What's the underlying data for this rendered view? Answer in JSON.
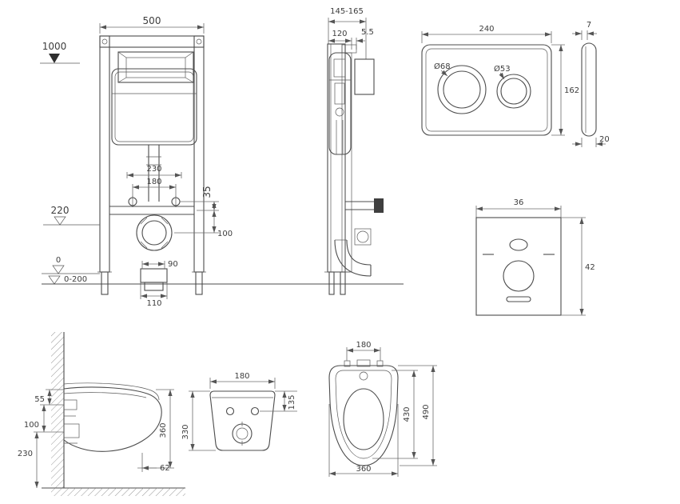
{
  "views": {
    "frame_front": {
      "d500": "500",
      "d1000": "1000",
      "d230": "230",
      "d180": "180",
      "d35": "35",
      "d220": "220",
      "d100": "100",
      "d90": "90",
      "d110": "110",
      "d0": "0",
      "d0_200": "0-200"
    },
    "frame_side": {
      "depth": "145-165",
      "d120": "120",
      "d5_5": "5.5"
    },
    "flush_plate": {
      "w": "240",
      "h": "162",
      "big_btn": "Ø68",
      "small_btn": "Ø53",
      "t": "7",
      "d": "20"
    },
    "sound_mat": {
      "w": "36",
      "h": "42"
    },
    "bowl_side": {
      "d55": "55",
      "d100": "100",
      "d230": "230",
      "d360": "360",
      "d62": "62"
    },
    "bowl_back": {
      "w": "180",
      "d135": "135",
      "d330": "330"
    },
    "bowl_top": {
      "d180": "180",
      "d430": "430",
      "d490": "490",
      "d360": "360"
    }
  }
}
